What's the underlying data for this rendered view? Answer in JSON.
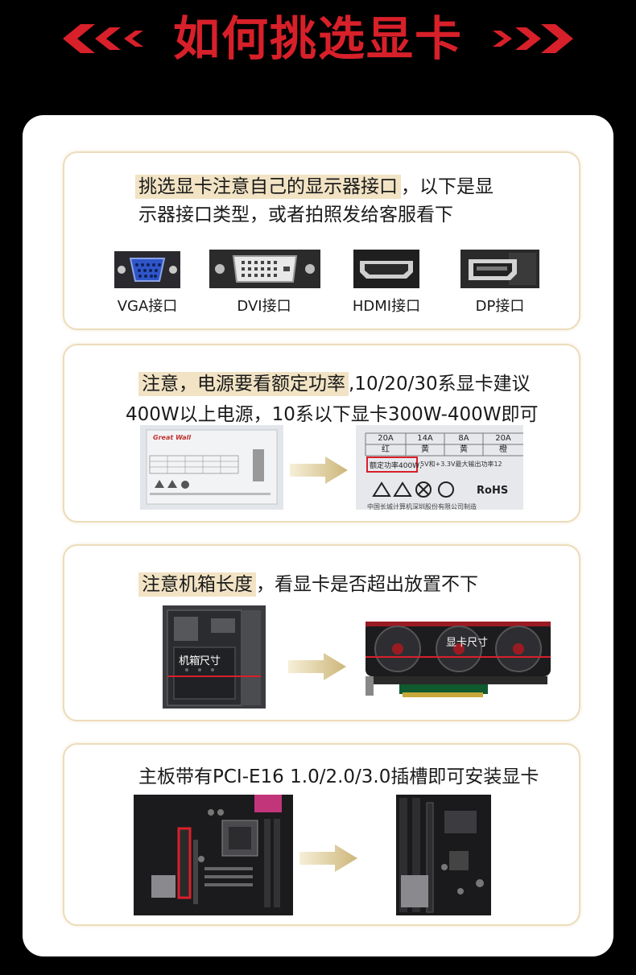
{
  "header": {
    "title": "如何挑选显卡"
  },
  "colors": {
    "accent_red": "#d8202a",
    "highlight": "#f1e3c4",
    "card_border": "#ecdcba",
    "arrow_gold": "#d6c38a"
  },
  "section1": {
    "highlight": "挑选显卡注意自己的显示器接口",
    "rest1": "，以下是显",
    "line2": "示器接口类型，或者拍照发给客服看下",
    "ports": [
      {
        "label": "VGA接口",
        "icon": "vga-port-icon"
      },
      {
        "label": "DVI接口",
        "icon": "dvi-port-icon"
      },
      {
        "label": "HDMI接口",
        "icon": "hdmi-port-icon"
      },
      {
        "label": "DP接口",
        "icon": "dp-port-icon"
      }
    ]
  },
  "section2": {
    "highlight": "注意，电源要看额定功率",
    "rest1": ",10/20/30系显卡建议",
    "line2": "400W以上电源，10系以下显卡300W-400W即可",
    "psu_brand": "Great Wall",
    "zoom_cells": [
      "20A",
      "14A",
      "8A",
      "20A",
      "红",
      "黄",
      "黄",
      "橙"
    ],
    "zoom_rated": "额定功率400W,",
    "zoom_rest": "5V和+3.3V最大输出功率12",
    "zoom_rohs": "RoHS",
    "zoom_bottom": "中国长城计算机深圳股份有限公司制造"
  },
  "section3": {
    "highlight": "注意机箱长度",
    "rest1": "，看显卡是否超出放置不下",
    "case_label": "机箱尺寸",
    "gpu_label": "显卡尺寸"
  },
  "section4": {
    "line1": "主板带有PCI-E16 1.0/2.0/3.0插槽即可安装显卡"
  }
}
